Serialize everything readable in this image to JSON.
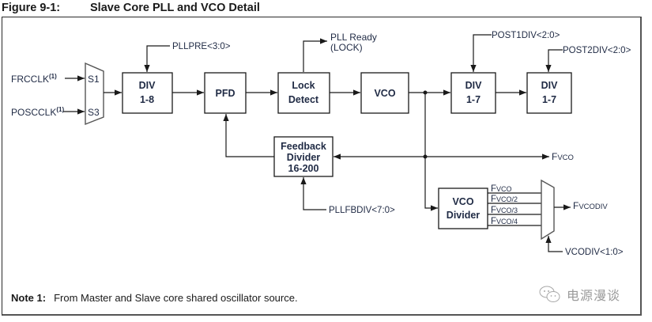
{
  "figure": {
    "number": "Figure 9-1:",
    "title": "Slave Core PLL and VCO Detail"
  },
  "inputs": {
    "frcclk": "FRCCLK",
    "frcclk_note": "(1)",
    "poscclk": "POSCCLK",
    "poscclk_note": "(1)"
  },
  "input_mux": {
    "s1": "S1",
    "s3": "S3"
  },
  "blocks": {
    "div_pre": {
      "line1": "DIV",
      "line2": "1-8"
    },
    "pfd": {
      "line1": "PFD"
    },
    "lock_detect": {
      "line1": "Lock",
      "line2": "Detect"
    },
    "vco": {
      "line1": "VCO"
    },
    "div_post1": {
      "line1": "DIV",
      "line2": "1-7"
    },
    "div_post2": {
      "line1": "DIV",
      "line2": "1-7"
    },
    "feedback_divider": {
      "line1": "Feedback",
      "line2": "Divider",
      "line3": "16-200"
    },
    "vco_divider": {
      "line1": "VCO",
      "line2": "Divider"
    }
  },
  "signals": {
    "pllpre": "PLLPRE<3:0>",
    "pll_ready_line1": "PLL Ready",
    "pll_ready_line2": "(LOCK)",
    "post1div": "POST1DIV<2:0>",
    "post2div": "POST2DIV<2:0>",
    "pllfbdiv": "PLLFBDIV<7:0>",
    "fvco_out": {
      "main": "F",
      "sub": "VCO"
    },
    "vcodiv_sel": "VCODIV<1:0>",
    "fvcodiv_out": {
      "main": "F",
      "sub": "VCODIV"
    },
    "vco_divider_outputs": [
      {
        "main": "F",
        "sub": "VCO"
      },
      {
        "main": "F",
        "sub": "VCO/2"
      },
      {
        "main": "F",
        "sub": "VCO/3"
      },
      {
        "main": "F",
        "sub": "VCO/4"
      }
    ]
  },
  "note": {
    "label": "Note 1:",
    "text": "From Master and Slave core shared oscillator source."
  },
  "watermark": {
    "text": "电源漫谈"
  }
}
